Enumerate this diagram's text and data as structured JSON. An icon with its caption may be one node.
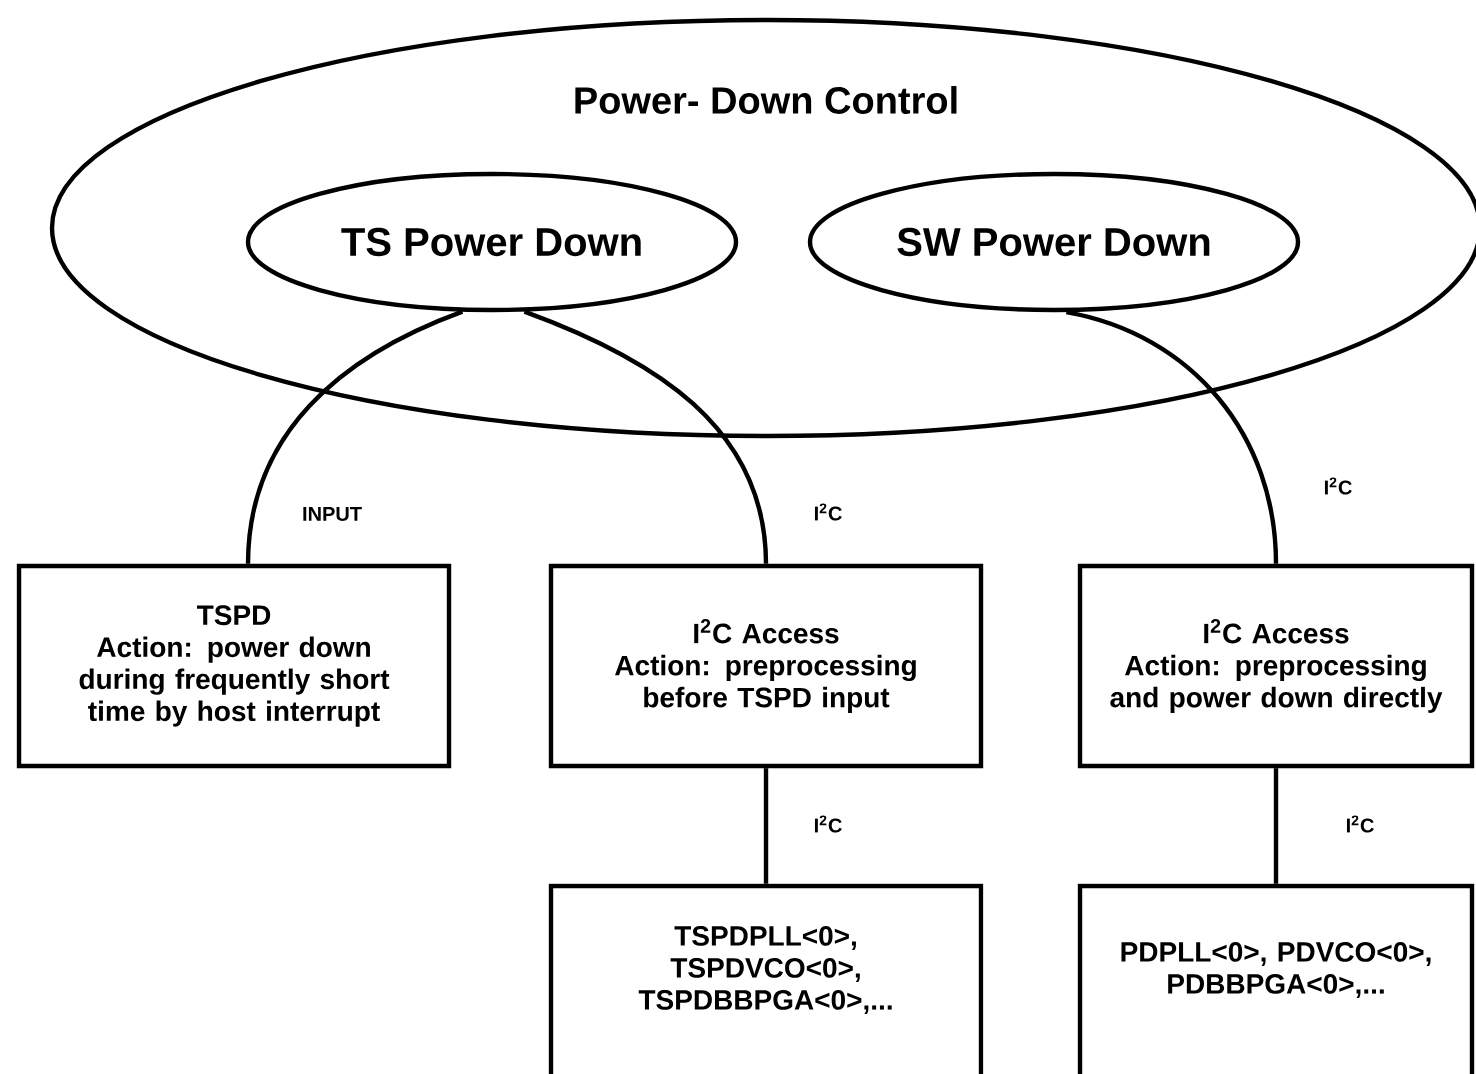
{
  "diagram": {
    "nodes": [
      {
        "text": [
          "Power- Down Control"
        ]
      },
      {
        "text": [
          "TS Power Down"
        ],
        "in": 0
      },
      {
        "text": [
          "SW Power Down"
        ],
        "in": 0
      },
      {
        "text": [
          "TSPD",
          "Action: power down during frequently short time by host interrupt"
        ]
      },
      {
        "text": [
          "I$^{2}$C Access",
          "Action: preprocessing before TSPD input"
        ]
      },
      {
        "text": [
          "I$^{2}$C Access",
          "Action: preprocessing and power down directly"
        ]
      },
      {
        "text": [
          "TSPDPLL<0>, TSPDVCO<0>, TSPDBBPGA<0>,..."
        ]
      },
      {
        "text": [
          "PDPLL<0>, PDVCO<0>, PDBBPGA<0>,..."
        ]
      }
    ],
    "edges": [
      {
        "from": 1,
        "to": 3,
        "arrow": "none",
        "label": "INPUT"
      },
      {
        "from": 1,
        "to": 4,
        "arrow": "none",
        "label": "I$^{2}$C"
      },
      {
        "from": 2,
        "to": 5,
        "arrow": "none",
        "label": "I$^{2}$C"
      },
      {
        "from": 4,
        "to": 6,
        "arrow": "none",
        "label": "I$^{2}$C"
      },
      {
        "from": 5,
        "to": 7,
        "arrow": "none",
        "label": "I$^{2}$C"
      }
    ]
  }
}
